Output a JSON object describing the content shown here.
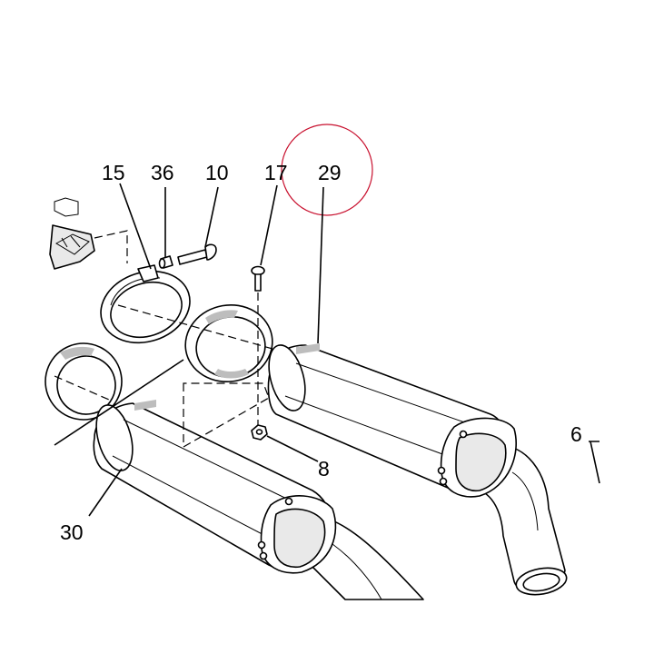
{
  "callouts": {
    "c15": "15",
    "c36": "36",
    "c10": "10",
    "c17": "17",
    "c29": "29",
    "c8": "8",
    "c30": "30",
    "c6": "6"
  },
  "colors": {
    "highlight_circle": "#c8102e",
    "line": "#000000",
    "background": "#ffffff"
  }
}
